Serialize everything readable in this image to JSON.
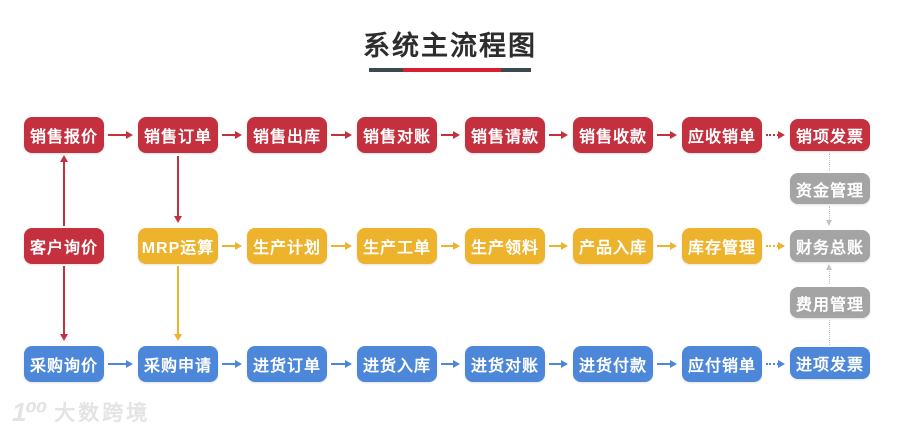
{
  "title": "系统主流程图",
  "watermark": {
    "logo": "1⁰⁰",
    "brand": "大数跨境"
  },
  "colors": {
    "red": "#c4303d",
    "yellow": "#edb32d",
    "blue": "#4c87d9",
    "gray": "#a4a4a4",
    "connector": "#c2c2c2",
    "ink": "#2d2d2d",
    "underlineDark": "#3d4a4d",
    "underlineRed": "#d7202f",
    "watermark": "#e4e4e4"
  },
  "flow": {
    "rows": [
      {
        "name": "sales",
        "boxes": [
          "销售报价",
          "销售订单",
          "销售出库",
          "销售对账",
          "销售请款",
          "销售收款",
          "应收销单",
          "销项发票"
        ]
      },
      {
        "name": "production",
        "boxes": [
          "客户询价",
          "MRP运算",
          "生产计划",
          "生产工单",
          "生产领料",
          "产品入库",
          "库存管理",
          "财务总账"
        ]
      },
      {
        "name": "purchase",
        "boxes": [
          "采购询价",
          "采购申请",
          "进货订单",
          "进货入库",
          "进货对账",
          "进货付款",
          "应付销单",
          "进项发票"
        ]
      }
    ],
    "side_boxes": [
      "资金管理",
      "费用管理"
    ]
  }
}
